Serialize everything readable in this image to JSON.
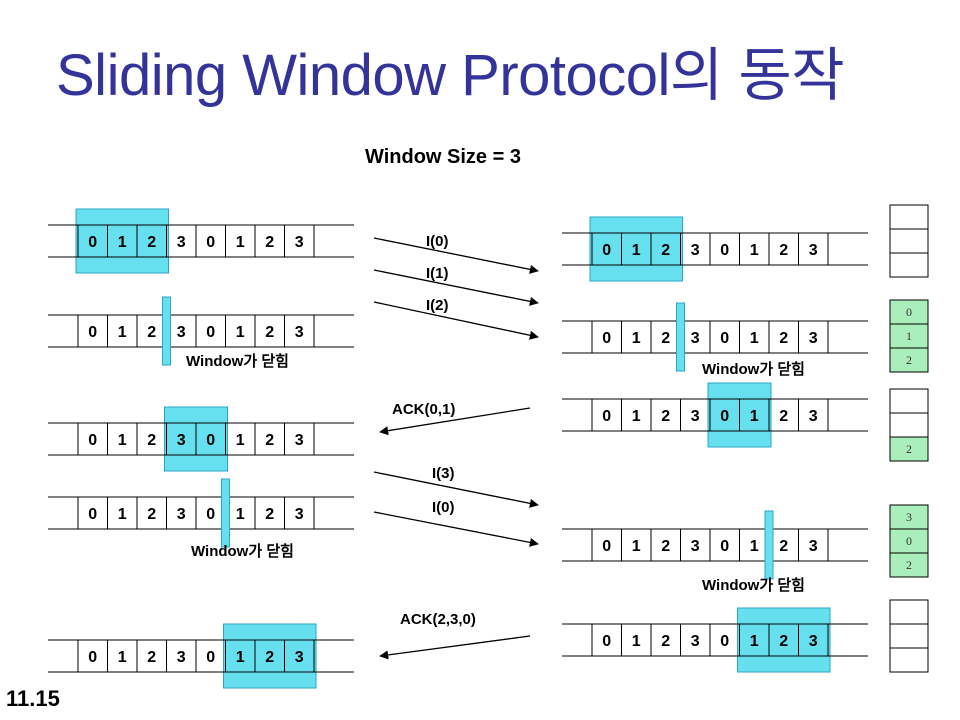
{
  "title": "Sliding Window Protocol의 동작",
  "subtitle": "Window Size = 3",
  "slide_number": "11.15",
  "sequence_numbers": [
    "0",
    "1",
    "2",
    "3",
    "0",
    "1",
    "2",
    "3"
  ],
  "window_closed_label": "Window가 닫힘",
  "messages": {
    "i0_first": "I(0)",
    "i1": "I(1)",
    "i2": "I(2)",
    "ack01": "ACK(0,1)",
    "i3": "I(3)",
    "i0_second": "I(0)",
    "ack230": "ACK(2,3,0)"
  },
  "buffers": {
    "b1": [
      "",
      "",
      ""
    ],
    "b2": [
      "0",
      "1",
      "2"
    ],
    "b3": [
      "",
      "",
      "2"
    ],
    "b4": [
      "3",
      "0",
      "2"
    ],
    "b5": [
      "",
      "",
      ""
    ]
  },
  "colors": {
    "title": "#333399",
    "window_fill": "#66e0ee",
    "window_stroke": "#2aa6c7",
    "buffer_fill": "#aaeebb",
    "arrow": "#000000"
  }
}
